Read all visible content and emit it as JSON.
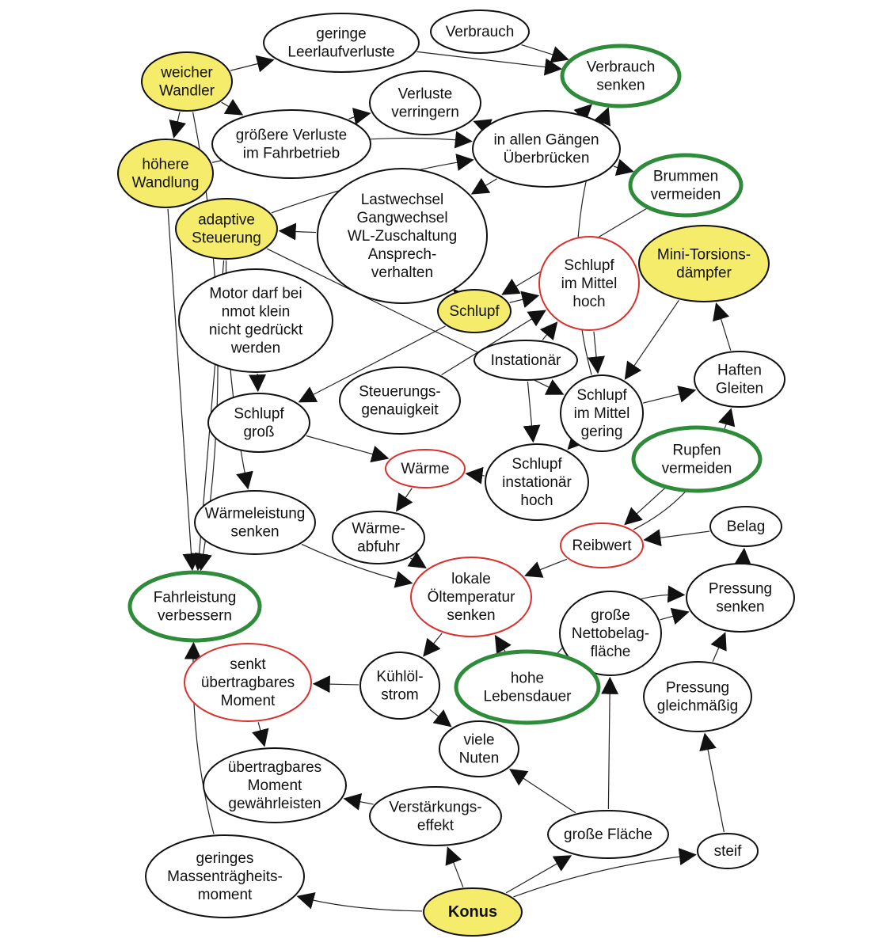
{
  "palette": {
    "yellow": "#f4ec6a",
    "white": "#ffffff",
    "border": "#111111",
    "red": "#d9302c",
    "green": "#2e8b3a"
  },
  "nodes": {
    "weicher_wandler": {
      "lines": [
        "weicher",
        "Wandler"
      ],
      "style": "yellow"
    },
    "geringe_leerlauf": {
      "lines": [
        "geringe",
        "Leerlaufverluste"
      ],
      "style": "plain"
    },
    "verbrauch": {
      "lines": [
        "Verbrauch"
      ],
      "style": "plain"
    },
    "verbrauch_senken": {
      "lines": [
        "Verbrauch",
        "senken"
      ],
      "style": "green"
    },
    "verluste_verringern": {
      "lines": [
        "Verluste",
        "verringern"
      ],
      "style": "plain"
    },
    "groessere_verluste": {
      "lines": [
        "größere Verluste",
        "im Fahrbetrieb"
      ],
      "style": "plain"
    },
    "hoehere_wandlung": {
      "lines": [
        "höhere",
        "Wandlung"
      ],
      "style": "yellow"
    },
    "ueberbruecken": {
      "lines": [
        "in allen Gängen",
        "Überbrücken"
      ],
      "style": "plain"
    },
    "brummen": {
      "lines": [
        "Brummen",
        "vermeiden"
      ],
      "style": "green"
    },
    "adaptive": {
      "lines": [
        "adaptive",
        "Steuerung"
      ],
      "style": "yellow"
    },
    "lastwechsel": {
      "lines": [
        "Lastwechsel",
        "Gangwechsel",
        "WL-Zuschaltung",
        "Ansprech-",
        "verhalten"
      ],
      "style": "plain"
    },
    "schlupf_mittel_hoch": {
      "lines": [
        "Schlupf",
        "im Mittel",
        "hoch"
      ],
      "style": "red"
    },
    "mini_torsion": {
      "lines": [
        "Mini-Torsions-",
        "dämpfer"
      ],
      "style": "yellow"
    },
    "motor": {
      "lines": [
        "Motor darf bei",
        "nmot klein",
        "nicht gedrückt",
        "werden"
      ],
      "style": "plain"
    },
    "schlupf": {
      "lines": [
        "Schlupf"
      ],
      "style": "yellow"
    },
    "instationaer": {
      "lines": [
        "Instationär"
      ],
      "style": "plain"
    },
    "haften": {
      "lines": [
        "Haften",
        "Gleiten"
      ],
      "style": "plain"
    },
    "steuerungsgenauigkeit": {
      "lines": [
        "Steuerungs-",
        "genauigkeit"
      ],
      "style": "plain"
    },
    "schlupf_mittel_gering": {
      "lines": [
        "Schlupf",
        "im Mittel",
        "gering"
      ],
      "style": "plain"
    },
    "schlupf_gross": {
      "lines": [
        "Schlupf",
        "groß"
      ],
      "style": "plain"
    },
    "waerme": {
      "lines": [
        "Wärme"
      ],
      "style": "red"
    },
    "schlupf_instationaer": {
      "lines": [
        "Schlupf",
        "instationär",
        "hoch"
      ],
      "style": "plain"
    },
    "rupfen": {
      "lines": [
        "Rupfen",
        "vermeiden"
      ],
      "style": "green"
    },
    "waermeleistung": {
      "lines": [
        "Wärmeleistung",
        "senken"
      ],
      "style": "plain"
    },
    "waermeabfuhr": {
      "lines": [
        "Wärme-",
        "abfuhr"
      ],
      "style": "plain"
    },
    "belag": {
      "lines": [
        "Belag"
      ],
      "style": "plain"
    },
    "reibwert": {
      "lines": [
        "Reibwert"
      ],
      "style": "red"
    },
    "fahrleistung": {
      "lines": [
        "Fahrleistung",
        "verbessern"
      ],
      "style": "green"
    },
    "oeltemperatur": {
      "lines": [
        "lokale",
        "Öltemperatur",
        "senken"
      ],
      "style": "red"
    },
    "pressung_senken": {
      "lines": [
        "Pressung",
        "senken"
      ],
      "style": "plain"
    },
    "nettobelag": {
      "lines": [
        "große",
        "Nettobelag-",
        "fläche"
      ],
      "style": "plain"
    },
    "senkt_moment": {
      "lines": [
        "senkt",
        "übertragbares",
        "Moment"
      ],
      "style": "red"
    },
    "kuehloel": {
      "lines": [
        "Kühlöl-",
        "strom"
      ],
      "style": "plain"
    },
    "lebensdauer": {
      "lines": [
        "hohe",
        "Lebensdauer"
      ],
      "style": "green"
    },
    "pressung_gleich": {
      "lines": [
        "Pressung",
        "gleichmäßig"
      ],
      "style": "plain"
    },
    "viele_nuten": {
      "lines": [
        "viele",
        "Nuten"
      ],
      "style": "plain"
    },
    "moment_gewaehr": {
      "lines": [
        "übertragbares",
        "Moment",
        "gewährleisten"
      ],
      "style": "plain"
    },
    "verstaerkung": {
      "lines": [
        "Verstärkungs-",
        "effekt"
      ],
      "style": "plain"
    },
    "grosse_flaeche": {
      "lines": [
        "große Fläche"
      ],
      "style": "plain"
    },
    "steif": {
      "lines": [
        "steif"
      ],
      "style": "plain"
    },
    "massentraegheit": {
      "lines": [
        "geringes",
        "Massenträgheits-",
        "moment"
      ],
      "style": "plain"
    },
    "konus": {
      "lines": [
        "Konus"
      ],
      "style": "yellow-bold"
    }
  }
}
